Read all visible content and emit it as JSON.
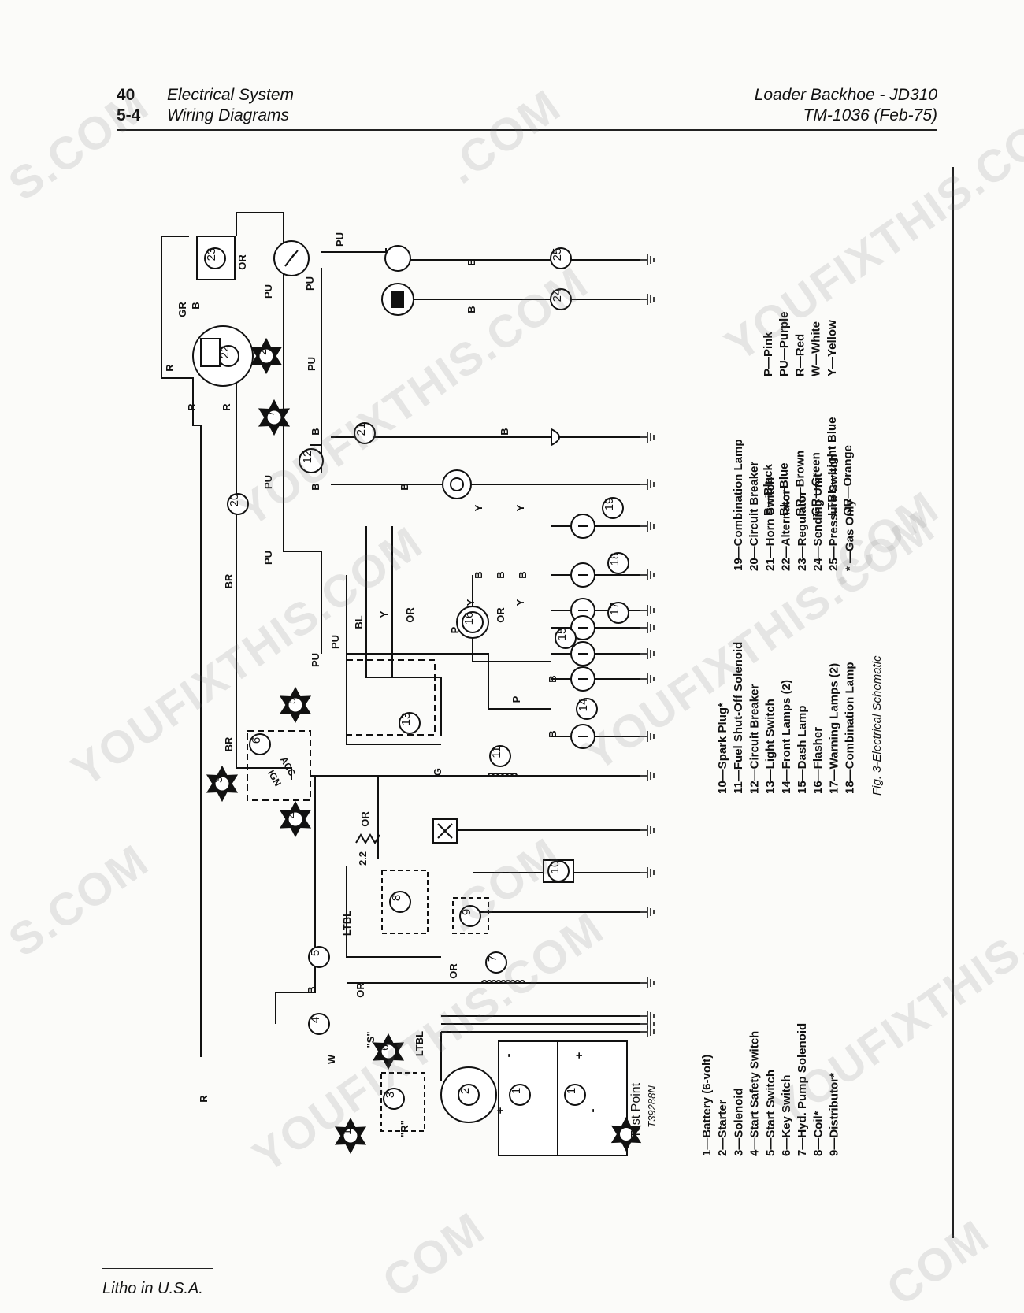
{
  "header": {
    "left": [
      {
        "num": "40",
        "text": "Electrical System"
      },
      {
        "num": "5-4",
        "text": "Wiring Diagrams"
      }
    ],
    "right": [
      "Loader Backhoe - JD310",
      "TM-1036 (Feb-75)"
    ]
  },
  "footer": "Litho in U.S.A.",
  "figure_caption": "Fig. 3-Electrical Schematic",
  "test_point": "Test Point",
  "drawing_code": "T39288N",
  "legend_components": [
    [
      "1—Battery (6-volt)",
      "2—Starter",
      "3—Solenoid",
      "4—Start Safety Switch",
      "5—Start Switch",
      "6—Key Switch",
      "7—Hyd. Pump Solenoid",
      "8—Coil*",
      "9—Distributor*"
    ],
    [
      "10—Spark Plug*",
      "11—Fuel Shut-Off Solenoid",
      "12—Circuit Breaker",
      "13—Light Switch",
      "14—Front Lamps (2)",
      "15—Dash Lamp",
      "16—Flasher",
      "17—Warning Lamps (2)",
      "18—Combination Lamp"
    ],
    [
      "19—Combination Lamp",
      "20—Circuit Breaker",
      "21—Horn Switch",
      "22—Alternator",
      "23—Regulator",
      "24—Sending Unit",
      "25—Pressure Switch",
      "* —Gas Only"
    ]
  ],
  "legend_colors": [
    [
      "B—Black",
      "BL—Blue",
      "BR—Brown",
      "GR—Green",
      "LTBL—Light Blue",
      "OR—Orange"
    ],
    [
      "P—Pink",
      "PU—Purple",
      "R—Red",
      "W—White",
      "Y—Yellow"
    ]
  ],
  "wire_labels": {
    "r": "R",
    "w": "W",
    "b": "B",
    "or": "OR",
    "ltbl": "LTBL",
    "br": "BR",
    "pu": "PU",
    "bl": "BL",
    "y": "Y",
    "g": "G",
    "gr": "GR",
    "p": "P",
    "s_terminal": "\"S\"",
    "r_terminal": "\"R\"",
    "resistor": "2.2",
    "ign": "IGN",
    "acc": "ACC",
    "plus": "+",
    "minus": "-"
  },
  "component_numbers": [
    "1",
    "2",
    "3",
    "4",
    "5",
    "6",
    "7",
    "8",
    "9",
    "10",
    "11",
    "12",
    "13",
    "14",
    "15",
    "16",
    "17",
    "18",
    "19",
    "20",
    "21",
    "22",
    "23",
    "24",
    "25"
  ],
  "watermarks": [
    "YOUFIXTHIS.COM",
    "S.COM",
    ".COM",
    "COM"
  ]
}
